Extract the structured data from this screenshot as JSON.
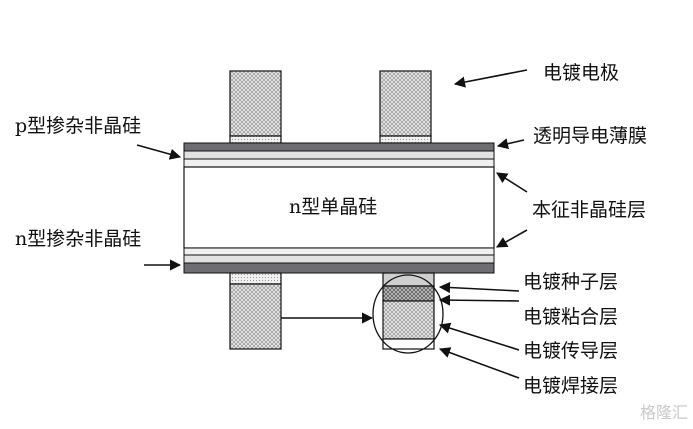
{
  "labels": {
    "plating_electrode": "电镀电极",
    "p_doped_asi": "p型掺杂非晶硅",
    "tco_film": "透明导电薄膜",
    "n_type_csi": "n型单晶硅",
    "intrinsic_asi": "本征非晶硅层",
    "n_doped_asi": "n型掺杂非晶硅",
    "seed_layer": "电镀种子层",
    "adhesion_layer": "电镀粘合层",
    "conduction_layer": "电镀传导层",
    "solder_layer": "电镀焊接层"
  },
  "watermark": "格隆汇",
  "colors": {
    "tco": "#6e6e72",
    "layer_fill": "#e2e2e2",
    "electrode_fill": "#dedede",
    "line": "#111111"
  }
}
